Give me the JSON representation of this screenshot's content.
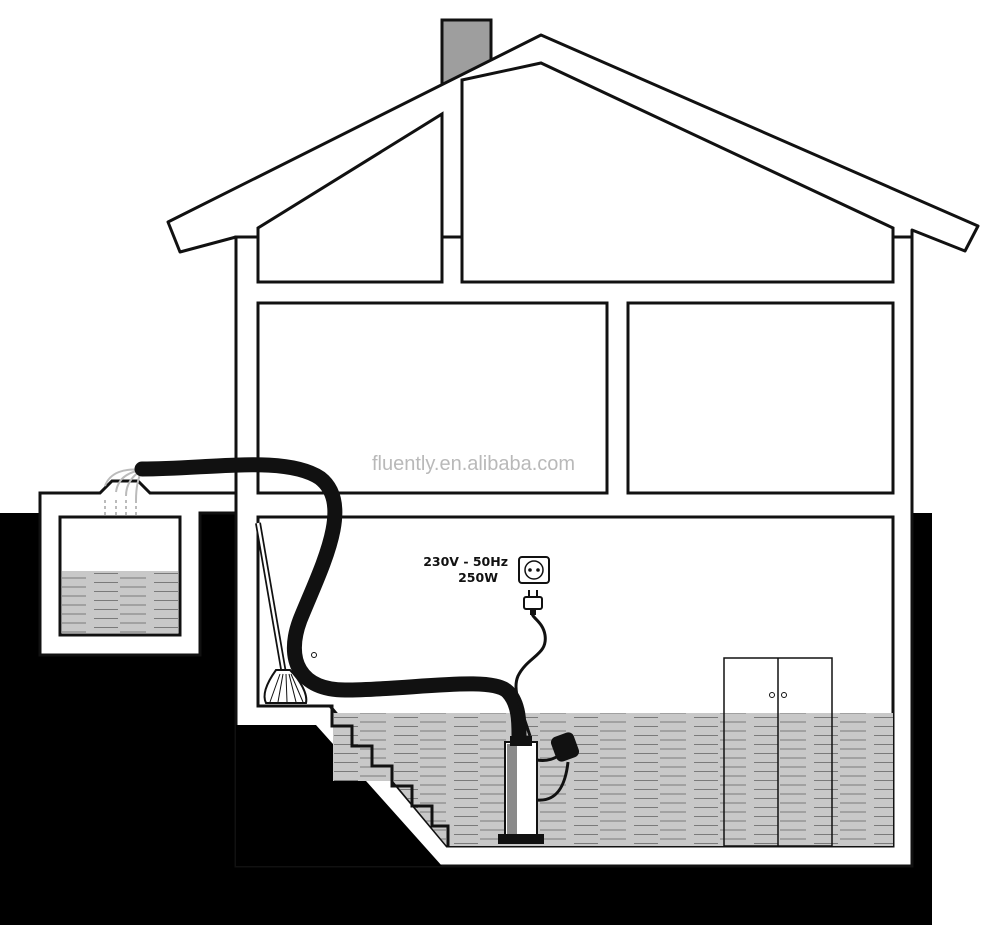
{
  "pump_spec": {
    "voltage": "230V - 50Hz",
    "power": "250W"
  },
  "watermark": "fluently.en.alibaba.com",
  "colors": {
    "ground": "#000000",
    "wall": "#ffffff",
    "water": "#c8c8c8",
    "chimney": "#9e9e9e",
    "outline": "#111111"
  },
  "icons": [
    "power-outlet-icon",
    "power-plug-icon",
    "submersible-pump-icon",
    "broom-icon",
    "cabinet-icon"
  ]
}
